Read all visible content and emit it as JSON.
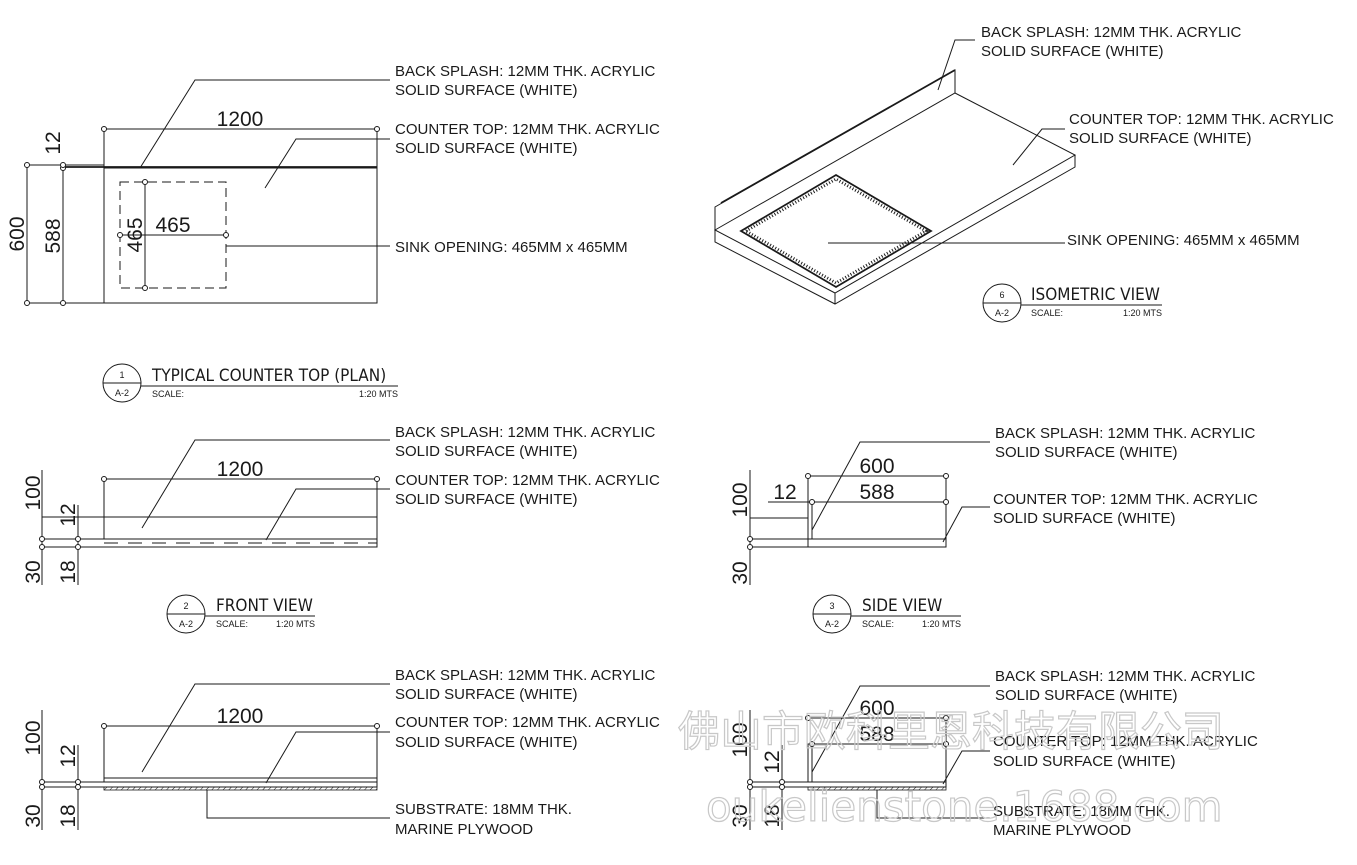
{
  "notes": {
    "back_splash_1": "BACK SPLASH: 12MM THK. ACRYLIC",
    "back_splash_2": "SOLID SURFACE (WHITE)",
    "counter_top_1": "COUNTER TOP: 12MM THK. ACRYLIC",
    "counter_top_2": "SOLID SURFACE (WHITE)",
    "sink_opening": "SINK OPENING: 465MM x 465MM",
    "substrate_1": "SUBSTRATE: 18MM THK.",
    "substrate_2": "MARINE PLYWOOD"
  },
  "dims": {
    "d1200": "1200",
    "d600": "600",
    "d588": "588",
    "d12": "12",
    "d465": "465",
    "d100": "100",
    "d30": "30",
    "d18": "18"
  },
  "views": {
    "plan": {
      "num": "1",
      "sheet": "A-2",
      "title": "TYPICAL COUNTER TOP (PLAN)",
      "scale_label": "SCALE:",
      "scale_value": "1:20 MTS"
    },
    "iso": {
      "num": "6",
      "sheet": "A-2",
      "title": "ISOMETRIC VIEW",
      "scale_label": "SCALE:",
      "scale_value": "1:20 MTS"
    },
    "front": {
      "num": "2",
      "sheet": "A-2",
      "title": "FRONT VIEW",
      "scale_label": "SCALE:",
      "scale_value": "1:20 MTS"
    },
    "side": {
      "num": "3",
      "sheet": "A-2",
      "title": "SIDE VIEW",
      "scale_label": "SCALE:",
      "scale_value": "1:20 MTS"
    }
  },
  "watermark": {
    "line1": "佛山市欧科里恩科技有限公司",
    "line2": "oukelienstone.1688.com"
  }
}
